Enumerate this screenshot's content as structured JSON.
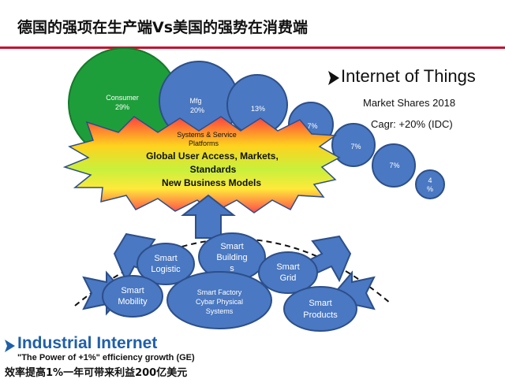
{
  "header": {
    "title": "德国的强项在生产端Vs美国的强势在消费端"
  },
  "iot": {
    "title": "Internet of Things",
    "market_shares": "Market Shares 2018",
    "cagr": "Cagr: +20%   (IDC)"
  },
  "bubbles": {
    "consumer": {
      "name": "Consumer",
      "pct": "29%"
    },
    "mfg": {
      "name": "Mfg",
      "pct": "20%"
    },
    "b3": "13%",
    "b4": "7%",
    "b5": "7%",
    "b6": "7%",
    "b7_line1": "4",
    "b7_line2": "%"
  },
  "burst": {
    "small_line1": "Systems & Service",
    "small_line2": "Platforms",
    "line1": "Global User Access, Markets,",
    "line2": "Standards",
    "line3": "New Business Models"
  },
  "smart": {
    "logistic": [
      "Smart",
      "Logistic"
    ],
    "building": [
      "Smart",
      "Building",
      "s"
    ],
    "grid": [
      "Smart",
      "Grid"
    ],
    "mobility": [
      "Smart",
      "Mobility"
    ],
    "factory": [
      "Smart Factory",
      "Cybar Physical",
      "Systems"
    ],
    "products": [
      "Smart",
      "Products"
    ]
  },
  "industrial": {
    "title": "Industrial Internet",
    "subtitle": "\"The Power of +1%\"  efficiency growth (GE)",
    "chinese": "效率提高1%一年可带来利益200亿美元"
  },
  "colors": {
    "green": "#1e9e3a",
    "blue": "#4a78c2",
    "blue_stroke": "#2c4f8a",
    "red": "#c8102e",
    "ii_blue": "#1f5fa8"
  }
}
